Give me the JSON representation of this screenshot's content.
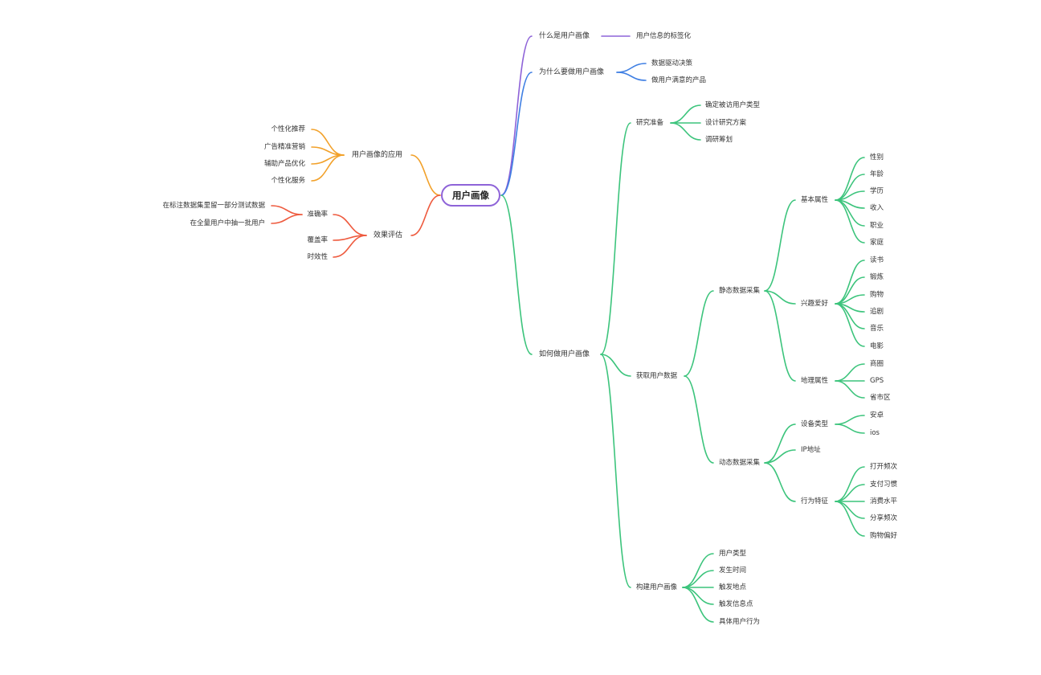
{
  "root": "用户画像",
  "colors": {
    "purple": "#8e63d8",
    "blue": "#3f7fe3",
    "green": "#3cc47c",
    "orange": "#f2a12a",
    "red": "#ee5a3e"
  },
  "nodes": {
    "what": "什么是用户画像",
    "what_1": "用户信息的标签化",
    "why": "为什么要做用户画像",
    "why_1": "数据驱动决策",
    "why_2": "做用户满意的产品",
    "how": "如何做用户画像",
    "prep": "研究准备",
    "prep_1": "确定被访用户类型",
    "prep_2": "设计研究方案",
    "prep_3": "调研筹划",
    "acquire": "获取用户数据",
    "static": "静态数据采集",
    "basic": "基本属性",
    "basic_1": "性别",
    "basic_2": "年龄",
    "basic_3": "学历",
    "basic_4": "收入",
    "basic_5": "职业",
    "basic_6": "家庭",
    "interest": "兴趣爱好",
    "interest_1": "读书",
    "interest_2": "锻炼",
    "interest_3": "购物",
    "interest_4": "追剧",
    "interest_5": "音乐",
    "interest_6": "电影",
    "geo": "地理属性",
    "geo_1": "商圈",
    "geo_2": "GPS",
    "geo_3": "省市区",
    "dynamic": "动态数据采集",
    "device": "设备类型",
    "device_1": "安卓",
    "device_2": "ios",
    "ip": "IP地址",
    "behavior": "行为特征",
    "behavior_1": "打开频次",
    "behavior_2": "支付习惯",
    "behavior_3": "消费水平",
    "behavior_4": "分享频次",
    "behavior_5": "购物偏好",
    "build": "构建用户画像",
    "build_1": "用户类型",
    "build_2": "发生时间",
    "build_3": "触发地点",
    "build_4": "触发信息点",
    "build_5": "具体用户行为",
    "apps": "用户画像的应用",
    "apps_1": "个性化推荐",
    "apps_2": "广告精准营销",
    "apps_3": "辅助产品优化",
    "apps_4": "个性化服务",
    "eval": "效果评估",
    "accuracy": "准确率",
    "accuracy_1": "在标注数据集里留一部分测试数据",
    "accuracy_2": "在全量用户中抽一批用户",
    "coverage": "覆盖率",
    "timeliness": "时效性"
  }
}
